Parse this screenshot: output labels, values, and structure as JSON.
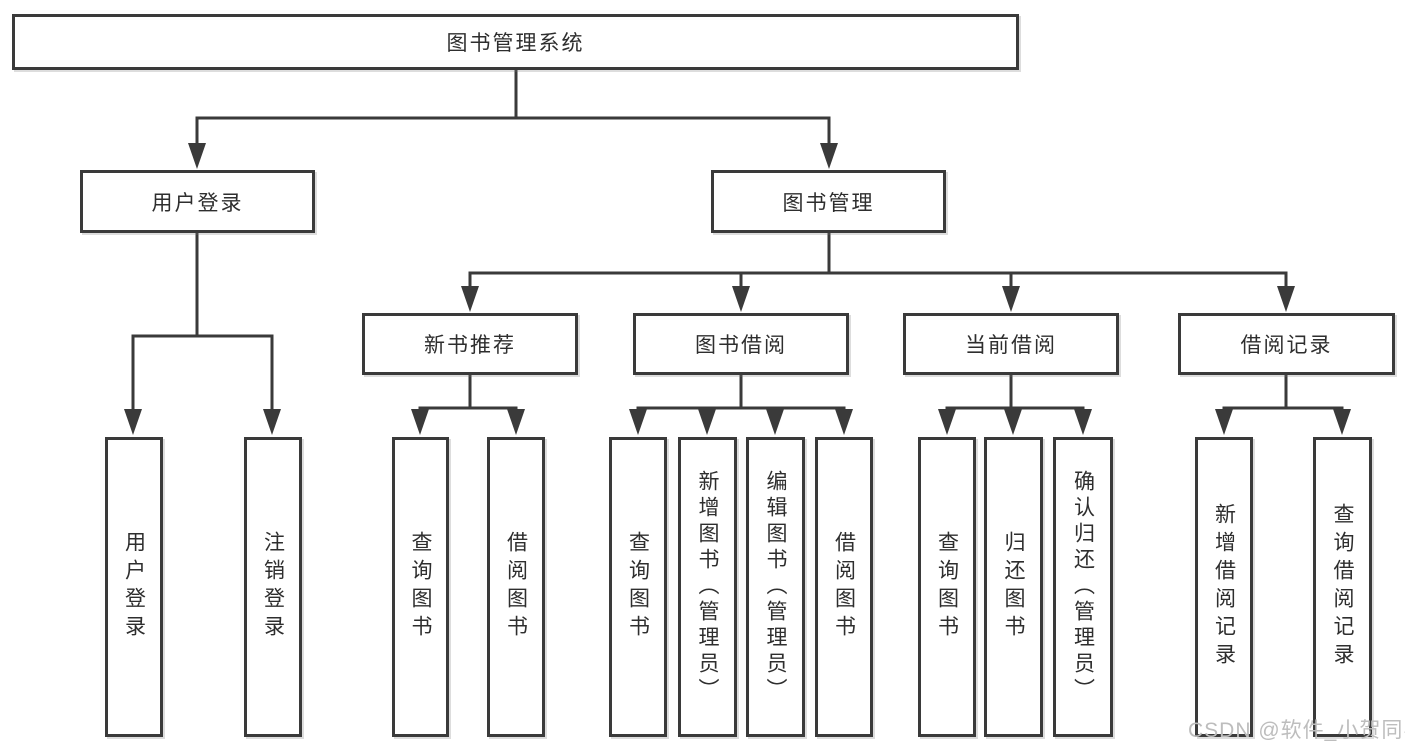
{
  "diagram_type": "hierarchy-tree",
  "tree": {
    "label": "图书管理系统",
    "children": [
      {
        "label": "用户登录",
        "children": [
          {
            "label": "用户登录"
          },
          {
            "label": "注销登录"
          }
        ]
      },
      {
        "label": "图书管理",
        "children": [
          {
            "label": "新书推荐",
            "children": [
              {
                "label": "查询图书"
              },
              {
                "label": "借阅图书"
              }
            ]
          },
          {
            "label": "图书借阅",
            "children": [
              {
                "label": "查询图书"
              },
              {
                "label": "新增图书（管理员）"
              },
              {
                "label": "编辑图书（管理员）"
              },
              {
                "label": "借阅图书"
              }
            ]
          },
          {
            "label": "当前借阅",
            "children": [
              {
                "label": "查询图书"
              },
              {
                "label": "归还图书"
              },
              {
                "label": "确认归还（管理员）"
              }
            ]
          },
          {
            "label": "借阅记录",
            "children": [
              {
                "label": "新增借阅记录"
              },
              {
                "label": "查询借阅记录"
              }
            ]
          }
        ]
      }
    ]
  },
  "watermark": {
    "text": "CSDN @软件_小贺同学"
  },
  "colors": {
    "line": "#3a3a3a",
    "box_border": "#3a3a3a",
    "box_background": "#ffffff",
    "text": "#2e2e2e",
    "watermark_text": "#bdbdbd",
    "page_background": "#ffffff"
  }
}
